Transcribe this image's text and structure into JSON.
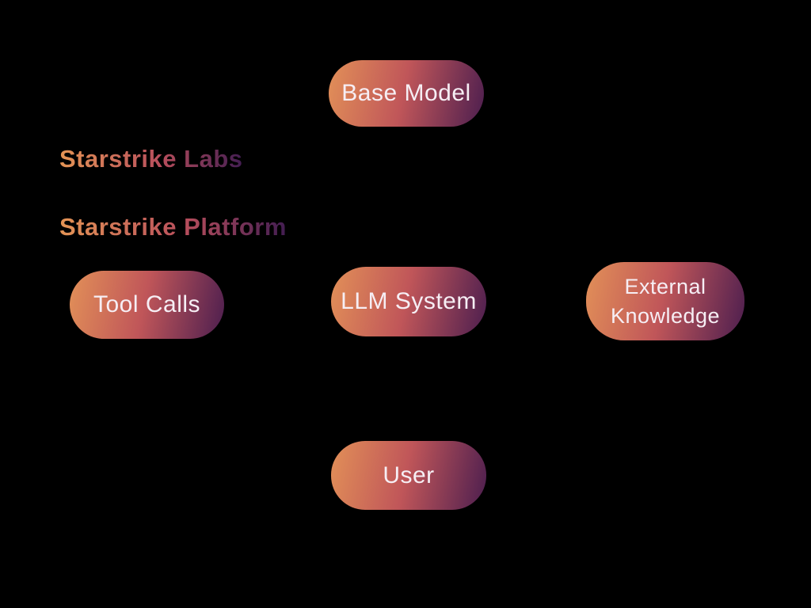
{
  "canvas": {
    "background": "#000000"
  },
  "colors": {
    "bg": "#000000",
    "node_grad_start": "#E29058",
    "node_grad_mid": "#C05659",
    "node_grad_end": "#4C1E4F",
    "node_text": "#F6EEF4",
    "heading_grad_start": "#E49455",
    "heading_grad_mid": "#B84E5C",
    "heading_grad_end": "#421D52"
  },
  "headings": {
    "labs": "Starstrike Labs",
    "platform": "Starstrike Platform"
  },
  "nodes": {
    "base_model": {
      "label": "Base Model"
    },
    "tool_calls": {
      "label": "Tool Calls"
    },
    "llm_system": {
      "label": "LLM System"
    },
    "external_knowledge": {
      "line1": "External",
      "line2": "Knowledge"
    },
    "user": {
      "label": "User"
    }
  }
}
